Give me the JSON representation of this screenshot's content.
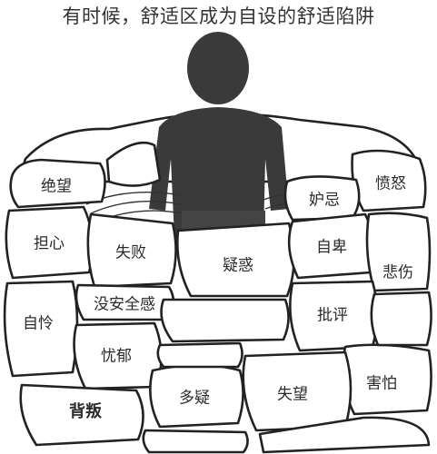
{
  "title": "有时候，舒适区成为自设的舒适陷阱",
  "colors": {
    "ink": "#222222",
    "silhouette": "#3a3a3a",
    "background": "#ffffff"
  },
  "stones": {
    "juewang": "绝望",
    "fennu": "愤怒",
    "duji": "妒忌",
    "danxin": "担心",
    "shibai": "失败",
    "yihuo": "疑惑",
    "zibei": "自卑",
    "beishang": "悲伤",
    "meianquangan": "没安全感",
    "ziling": "自怜",
    "piping": "批评",
    "youyu": "忧郁",
    "haipa": "害怕",
    "beipan": "背叛",
    "duoyi": "多疑",
    "shiwang": "失望"
  }
}
